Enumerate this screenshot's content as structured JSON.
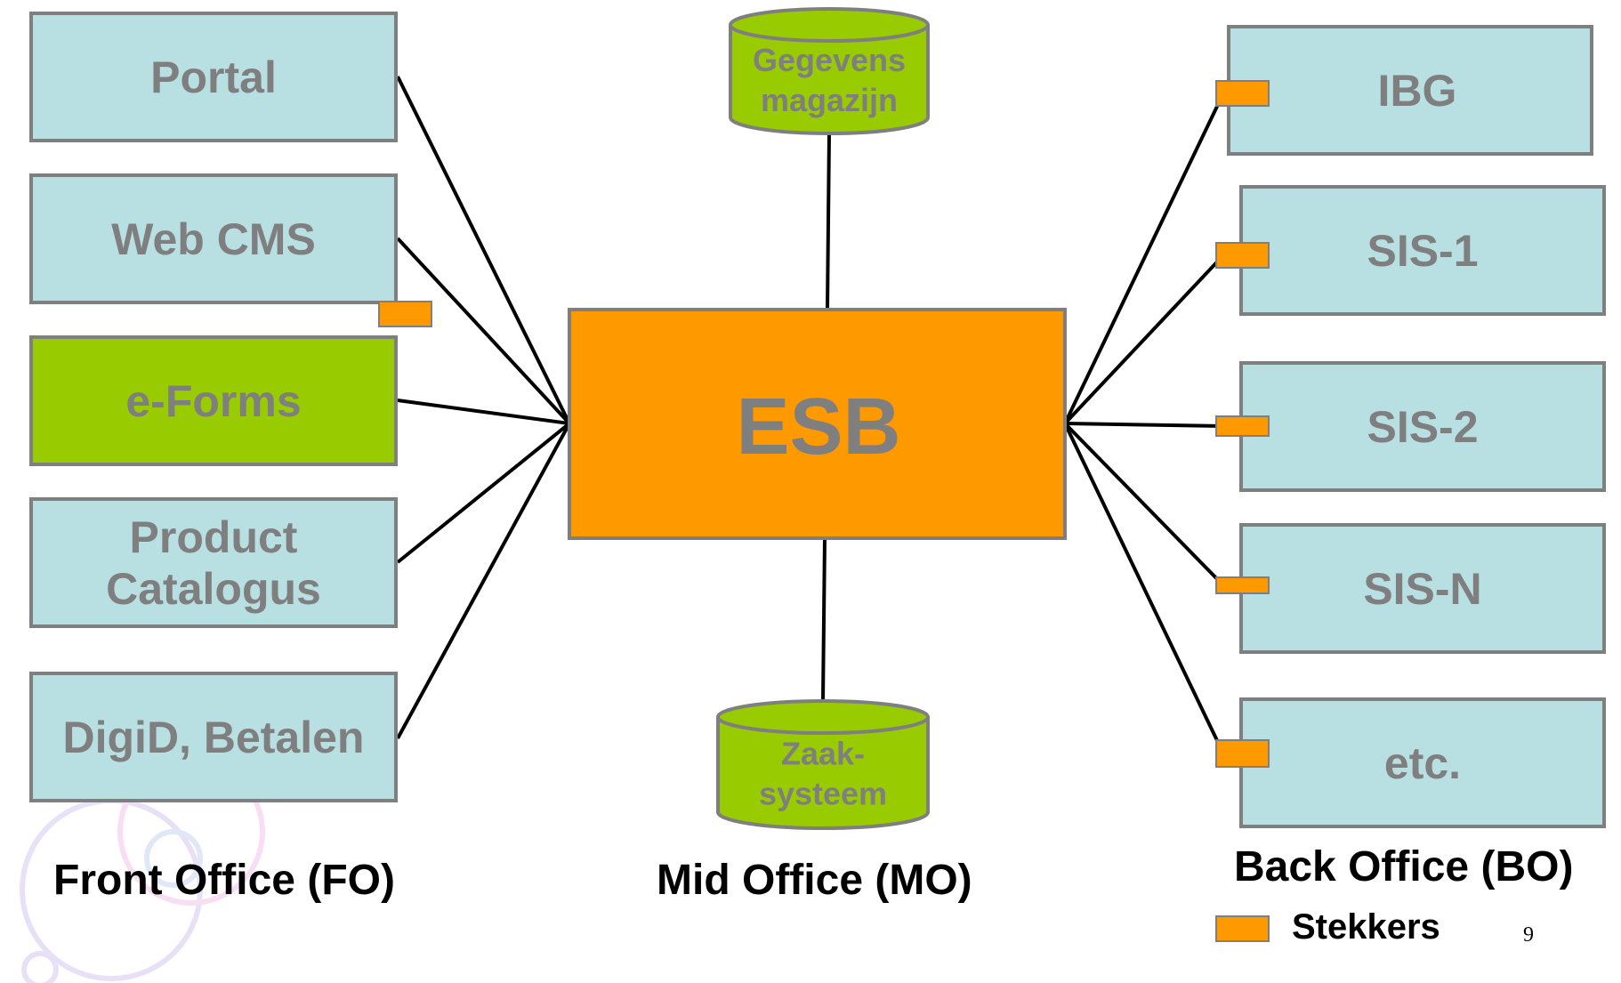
{
  "colors": {
    "system_box_fill": "#b8dfe2",
    "box_border": "#7f7f7f",
    "eforms_fill": "#99cc00",
    "esb_fill": "#ff9900",
    "database_fill": "#99cc00",
    "connector_fill": "#ff9900",
    "label_text": "#7f7f7f",
    "line": "#000000"
  },
  "front_office": {
    "label": "Front Office (FO)",
    "systems": [
      {
        "lines": [
          "Portal"
        ],
        "has_connector": false
      },
      {
        "lines": [
          "Web CMS"
        ],
        "has_connector": true
      },
      {
        "lines": [
          "e-Forms"
        ],
        "has_connector": false
      },
      {
        "lines": [
          "Product",
          "Catalogus"
        ],
        "has_connector": false
      },
      {
        "lines": [
          "DigiD, Betalen"
        ],
        "has_connector": false
      }
    ]
  },
  "mid_office": {
    "label": "Mid Office (MO)",
    "esb": "ESB",
    "databases": [
      {
        "lines": [
          "Gegevens",
          "magazijn"
        ]
      },
      {
        "lines": [
          "Zaak-",
          "systeem"
        ]
      }
    ]
  },
  "back_office": {
    "label": "Back Office (BO)",
    "systems": [
      {
        "lines": [
          "IBG"
        ],
        "has_connector": true
      },
      {
        "lines": [
          "SIS-1"
        ],
        "has_connector": true
      },
      {
        "lines": [
          "SIS-2"
        ],
        "has_connector": true
      },
      {
        "lines": [
          "SIS-N"
        ],
        "has_connector": true
      },
      {
        "lines": [
          "etc."
        ],
        "has_connector": true
      }
    ]
  },
  "legend": {
    "label": "Stekkers",
    "icon": "orange-connector-swatch"
  },
  "page_number": "9"
}
